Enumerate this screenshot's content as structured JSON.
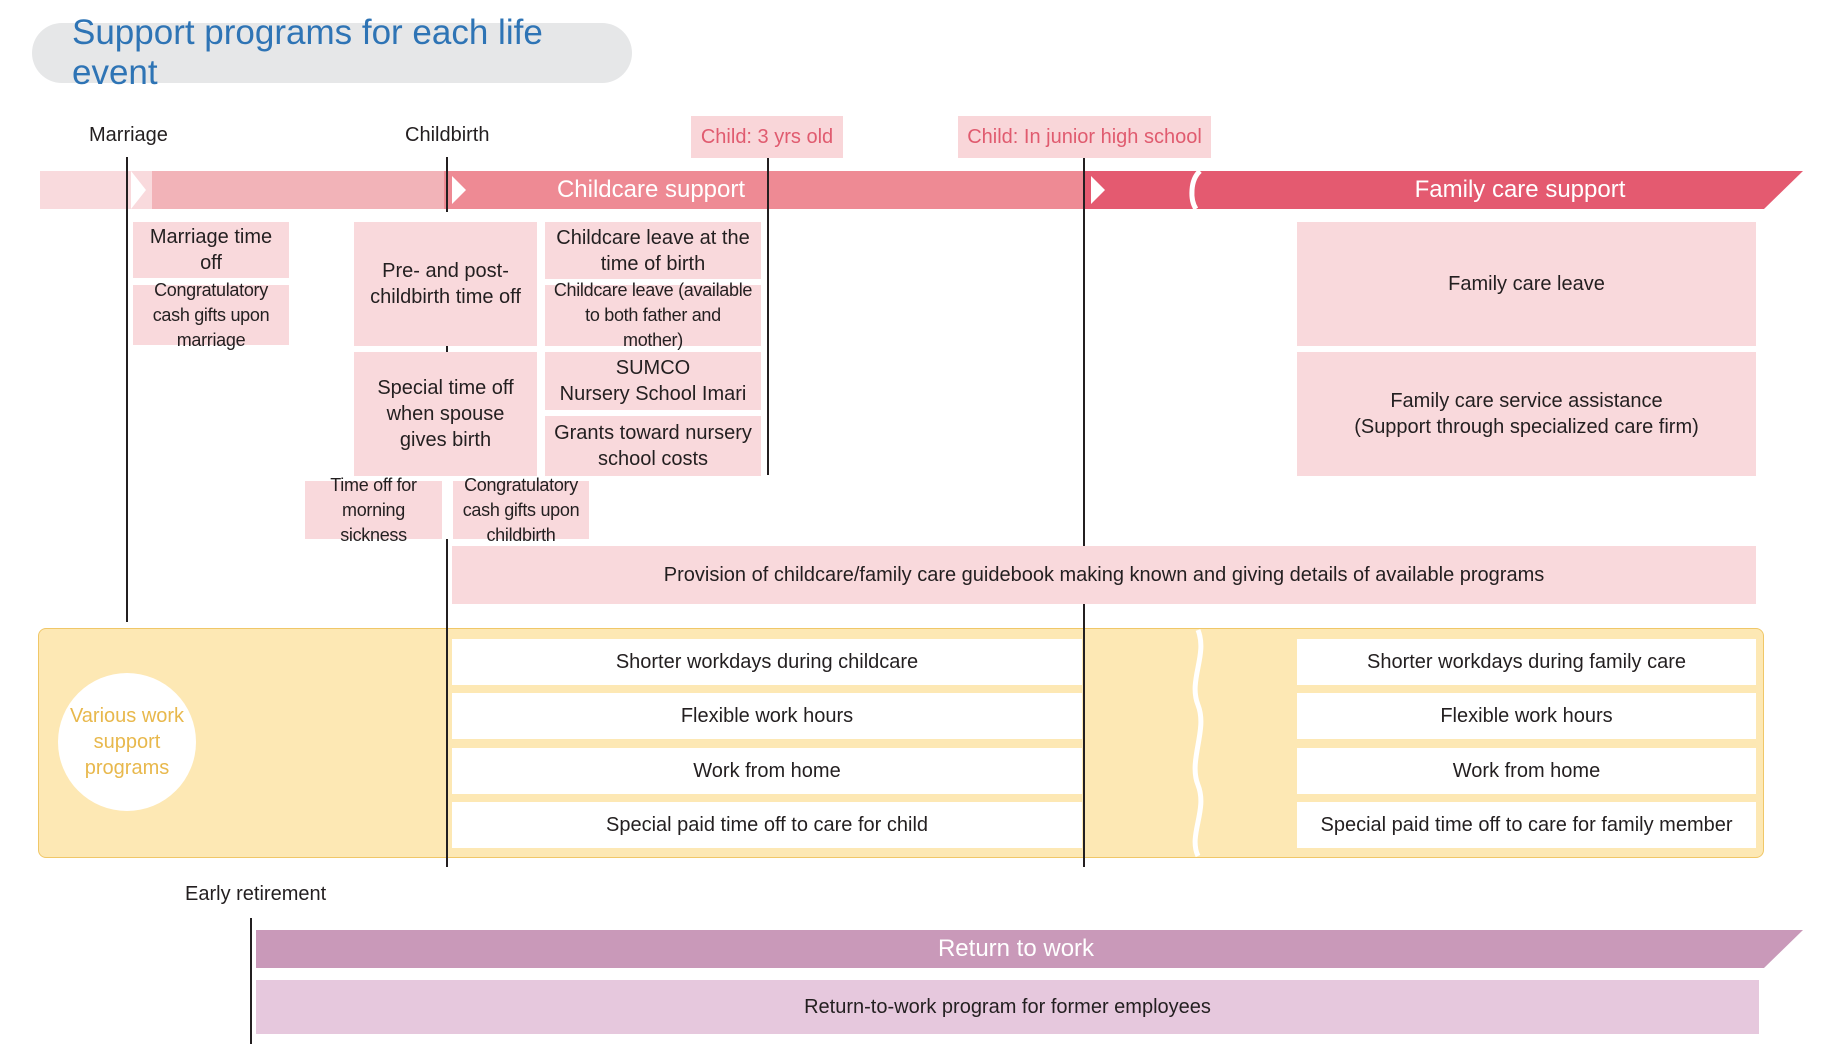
{
  "title": "Support programs for each life event",
  "events": {
    "marriage": "Marriage",
    "childbirth": "Childbirth",
    "child_3yrs": "Child: 3 yrs old",
    "child_jhs": "Child: In junior high school",
    "early_retirement": "Early retirement"
  },
  "bands": {
    "childcare_support": "Childcare support",
    "family_care_support": "Family care support",
    "return_to_work": "Return to work"
  },
  "programs": {
    "marriage_time_off": "Marriage time off",
    "congrats_marriage": "Congratulatory cash gifts upon marriage",
    "pre_post_childbirth": "Pre- and post-childbirth time off",
    "childcare_leave_birth": "Childcare leave at the time of birth",
    "childcare_leave_both": "Childcare leave (available to both father and mother)",
    "special_time_off_spouse": "Special time off when spouse gives birth",
    "sumco_nursery_line1": "SUMCO",
    "sumco_nursery_line2": "Nursery School Imari",
    "grants_nursery": "Grants toward nursery school costs",
    "morning_sickness": "Time off for morning sickness",
    "congrats_childbirth": "Congratulatory cash gifts upon childbirth",
    "guidebook": "Provision of childcare/family care guidebook making known and giving details of available programs",
    "family_care_leave": "Family care leave",
    "family_care_service_line1": "Family care service assistance",
    "family_care_service_line2": "(Support through specialized care firm)",
    "return_program": "Return-to-work program for former employees"
  },
  "work_support": {
    "label": "Various work support programs",
    "childcare": [
      "Shorter workdays during childcare",
      "Flexible work hours",
      "Work from home",
      "Special paid time off to care for child"
    ],
    "family_care": [
      "Shorter workdays during family care",
      "Flexible work hours",
      "Work from home",
      "Special paid time off to care for family member"
    ]
  },
  "colors": {
    "title_text": "#2e74b5",
    "title_bg": "#e6e7e8",
    "band_light": "#f9dadd",
    "band_mid": "#f2b3b8",
    "band_childcare": "#ee8a94",
    "band_family": "#e45a70",
    "box_pink": "#f9d9dc",
    "tag_text": "#e05b6f",
    "work_panel": "#fde8b4",
    "work_label": "#e8b84c",
    "return_band": "#c999b9",
    "return_box": "#e6c8dd"
  }
}
